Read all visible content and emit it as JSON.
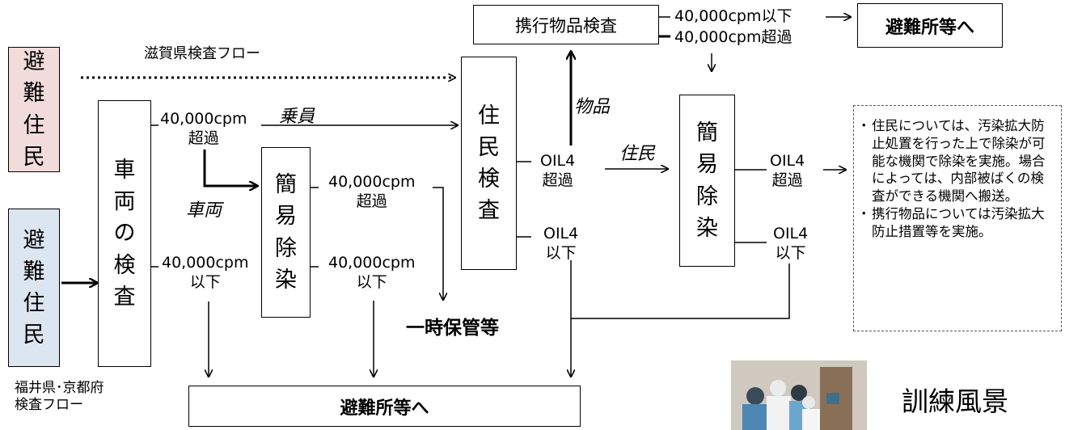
{
  "evacuee_label_1": [
    "避",
    "難",
    "住",
    "民"
  ],
  "evacuee_label_2": [
    "避",
    "難",
    "住",
    "民"
  ],
  "vehicle_inspection": [
    "車",
    "両",
    "の",
    "検",
    "査"
  ],
  "simple_decon_1": [
    "簡",
    "易",
    "除",
    "染"
  ],
  "resident_inspection": [
    "住",
    "民",
    "検",
    "査"
  ],
  "simple_decon_2": [
    "簡",
    "易",
    "除",
    "染"
  ],
  "flows": {
    "shiga": "滋賀県検査フロー",
    "fukui_kyoto_line1": "福井県･京都府",
    "fukui_kyoto_line2": "検査フロー"
  },
  "thresholds": {
    "over_40k_line1": "40,000cpm",
    "over_40k_line2": "超過",
    "under_40k_line1": "40,000cpm",
    "under_40k_line2": "以下",
    "decon_over_line1": "40,000cpm",
    "decon_over_line2": "超過",
    "decon_under_line1": "40,000cpm",
    "decon_under_line2": "以下",
    "oil4_over_1_line1": "OIL4",
    "oil4_over_1_line2": "超過",
    "oil4_under_1_line1": "OIL4",
    "oil4_under_1_line2": "以下",
    "oil4_over_2_line1": "OIL4",
    "oil4_over_2_line2": "超過",
    "oil4_under_2_line1": "OIL4",
    "oil4_under_2_line2": "以下",
    "belongings_under": "40,000cpm以下",
    "belongings_over": "40,000cpm超過"
  },
  "paths": {
    "crew": "乗員",
    "vehicle": "車両",
    "goods": "物品",
    "residents": "住民"
  },
  "belongings_inspection": "携行物品検査",
  "to_shelter_top": "避難所等へ",
  "to_shelter_bottom": "避難所等へ",
  "temporary_storage": "一時保管等",
  "notes": [
    "住民については、汚染拡大防止処置を行った上で除染が可能な機関で除染を実施。場合によっては、内部被ばくの検査ができる機関へ搬送。",
    "携行物品については汚染拡大防止措置等を実施。"
  ],
  "photo_caption": "訓練風景",
  "colors": {
    "evacuee_pink": "#f2dcdb",
    "evacuee_blue": "#dce6f1",
    "line": "#000000"
  }
}
